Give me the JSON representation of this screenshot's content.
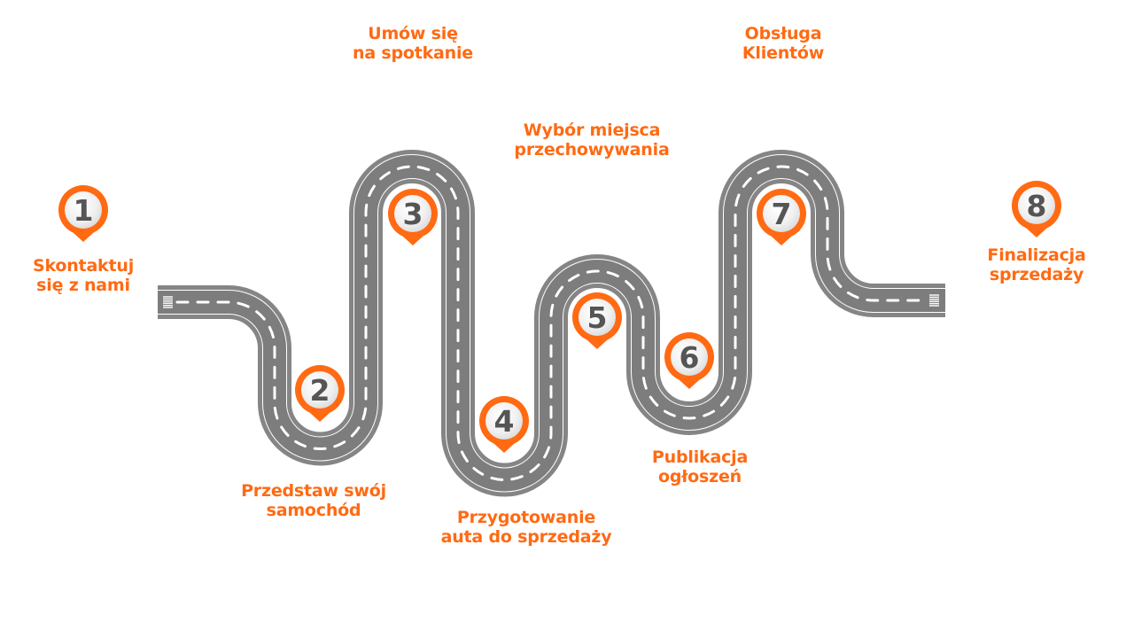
{
  "colors": {
    "accent": "#ff6a13",
    "road": "#7f7f7f",
    "road_lines": "#ffffff",
    "pin_number": "#555555"
  },
  "steps": [
    {
      "number": "1",
      "label_lines": [
        "Skontaktuj",
        "się z nami"
      ]
    },
    {
      "number": "2",
      "label_lines": [
        "Przedstaw swój",
        "samochód"
      ]
    },
    {
      "number": "3",
      "label_lines": [
        "Umów się",
        "na spotkanie"
      ]
    },
    {
      "number": "4",
      "label_lines": [
        "Przygotowanie",
        "auta do sprzedaży"
      ]
    },
    {
      "number": "5",
      "label_lines": [
        "Wybór miejsca",
        "przechowywania"
      ]
    },
    {
      "number": "6",
      "label_lines": [
        "Publikacja",
        "ogłoszeń"
      ]
    },
    {
      "number": "7",
      "label_lines": [
        "Obsługa",
        "Klientów"
      ]
    },
    {
      "number": "8",
      "label_lines": [
        "Finalizacja",
        "sprzedaży"
      ]
    }
  ]
}
